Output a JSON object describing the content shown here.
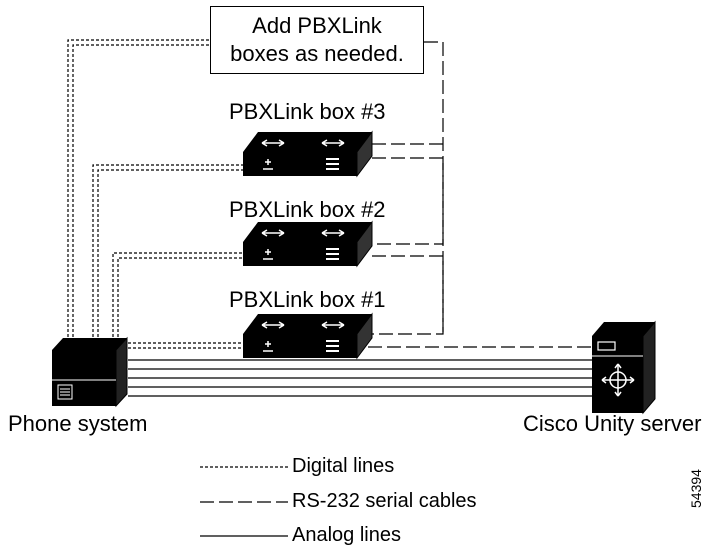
{
  "note": {
    "line1": "Add PBXLink",
    "line2": "boxes as needed."
  },
  "boxes": [
    {
      "label": "PBXLink box #3"
    },
    {
      "label": "PBXLink box #2"
    },
    {
      "label": "PBXLink box #1"
    }
  ],
  "devices": {
    "phone_system": "Phone system",
    "server": "Cisco Unity server"
  },
  "legend": [
    {
      "style": "dotted",
      "label": "Digital lines"
    },
    {
      "style": "dashed",
      "label": "RS-232 serial cables"
    },
    {
      "style": "solid",
      "label": "Analog lines"
    }
  ],
  "figure_id": "54394"
}
